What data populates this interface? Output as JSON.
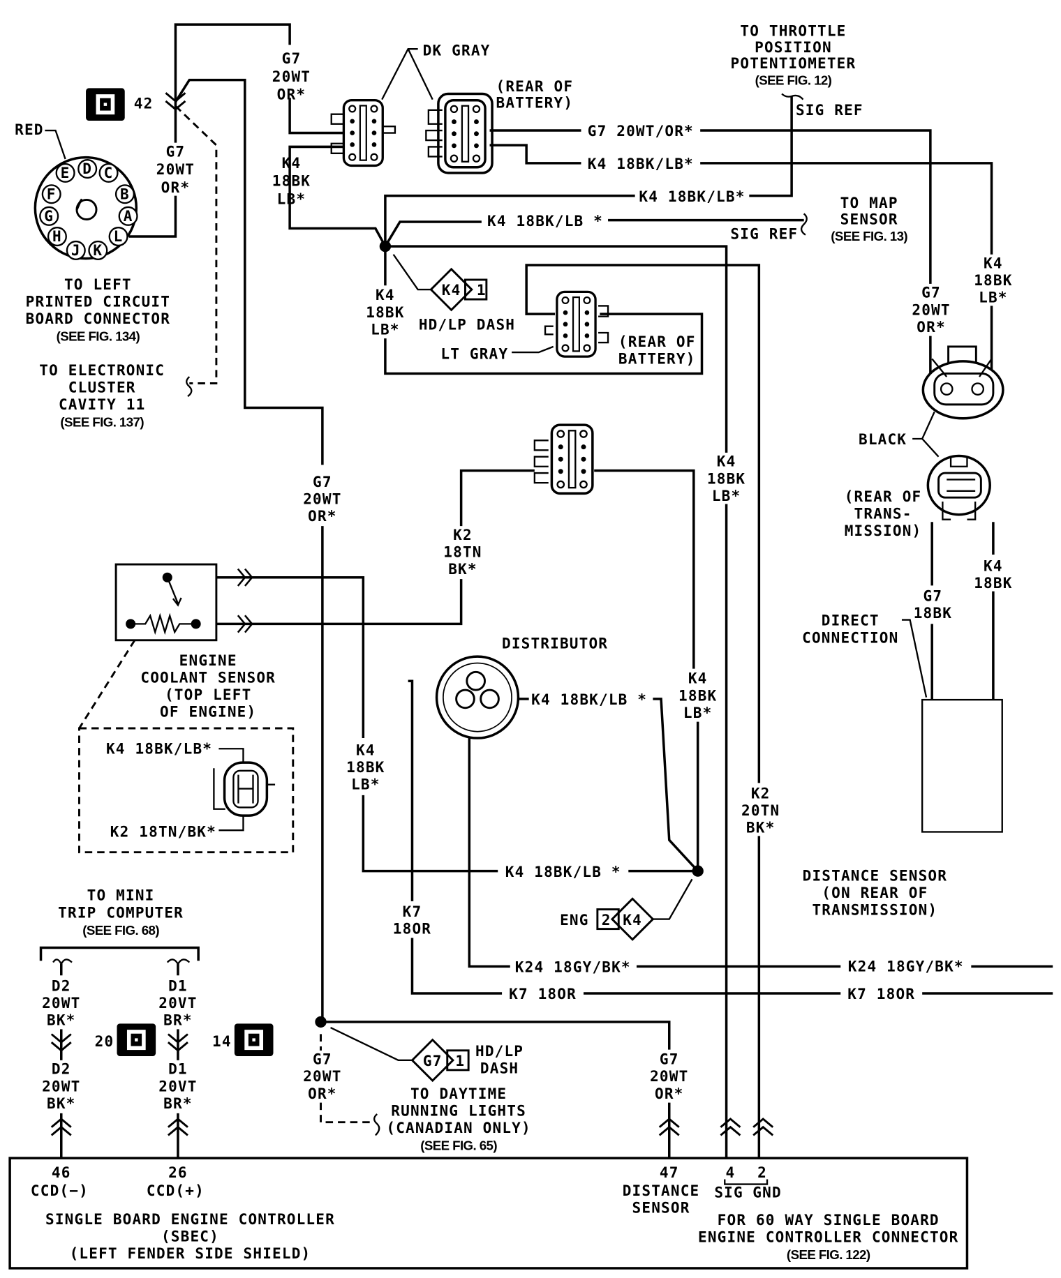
{
  "connector_ids": {
    "c42": "42",
    "c20": "20",
    "c14": "14"
  },
  "pin_letters": [
    "A",
    "B",
    "C",
    "D",
    "E",
    "F",
    "G",
    "H",
    "J",
    "K",
    "L"
  ],
  "labels": {
    "dk_gray": "DK GRAY",
    "rear_of_battery_1": [
      "(REAR OF",
      "BATTERY)"
    ],
    "throttle": [
      "TO THROTTLE",
      "POSITION",
      "POTENTIOMETER",
      "(SEE FIG. 12)"
    ],
    "sig_ref_1": "SIG REF",
    "red": "RED",
    "pcb": [
      "TO LEFT",
      "PRINTED CIRCUIT",
      "BOARD CONNECTOR",
      "(SEE FIG. 134)"
    ],
    "cluster": [
      "TO ELECTRONIC",
      "CLUSTER",
      "CAVITY 11",
      "(SEE FIG. 137)"
    ],
    "map": [
      "TO MAP",
      "SENSOR",
      "(SEE FIG. 13)"
    ],
    "sig_ref_2": "SIG REF",
    "hdlp_dash_1": "HD/LP DASH",
    "lt_gray": "LT GRAY",
    "rear_of_battery_2": [
      "(REAR OF",
      "BATTERY)"
    ],
    "black": "BLACK",
    "rear_trans": [
      "(REAR OF",
      "TRANS-",
      "MISSION)"
    ],
    "direct": [
      "DIRECT",
      "CONNECTION"
    ],
    "distributor": "DISTRIBUTOR",
    "coolant": [
      "ENGINE",
      "COOLANT SENSOR",
      "(TOP LEFT",
      "OF ENGINE)"
    ],
    "dist_sensor": [
      "DISTANCE SENSOR",
      "(ON REAR OF",
      "TRANSMISSION)"
    ],
    "mini_trip": [
      "TO MINI",
      "TRIP COMPUTER",
      "(SEE FIG. 68)"
    ],
    "eng": "ENG",
    "hdlp_dash_2": [
      "HD/LP",
      "DASH"
    ],
    "drl": [
      "TO DAYTIME",
      "RUNNING LIGHTS",
      "(CANADIAN ONLY)",
      "(SEE FIG. 65)"
    ],
    "sbec": [
      "SINGLE BOARD ENGINE CONTROLLER",
      "(SBEC)",
      "(LEFT FENDER SIDE SHIELD)"
    ],
    "sixty": [
      "FOR 60 WAY SINGLE BOARD",
      "ENGINE CONTROLLER CONNECTOR",
      "(SEE FIG. 122)"
    ]
  },
  "splices": {
    "k4_dash": {
      "circuit": "K4",
      "pin": "1"
    },
    "k4_eng": {
      "circuit": "K4",
      "pin": "2"
    },
    "g7_dash": {
      "circuit": "G7",
      "pin": "1"
    }
  },
  "wires": {
    "w1": [
      "G7",
      "20WT",
      "OR*"
    ],
    "w2": [
      "G7",
      "20WT",
      "OR*"
    ],
    "w3": [
      "K4",
      "18BK",
      "LB*"
    ],
    "w4": [
      "K4",
      "18BK",
      "LB*"
    ],
    "w5": [
      "G7 20WT/OR*"
    ],
    "w6": [
      "K4 18BK/LB*"
    ],
    "w7": [
      "K4 18BK/LB*"
    ],
    "w8": [
      "K4 18BK/LB *"
    ],
    "w9": [
      "G7",
      "20WT",
      "OR*"
    ],
    "w10": [
      "K4",
      "18BK",
      "LB*"
    ],
    "w11": [
      "K4",
      "18BK",
      "LB*"
    ],
    "w12": [
      "G7",
      "20WT",
      "OR*"
    ],
    "w13": [
      "K2",
      "18TN",
      "BK*"
    ],
    "w14": [
      "G7",
      "18BK"
    ],
    "w15": [
      "K4",
      "18BK"
    ],
    "w16": [
      "K4 18BK/LB *"
    ],
    "w17": [
      "K4",
      "18BK",
      "LB*"
    ],
    "w18": [
      "K4",
      "18BK",
      "LB*"
    ],
    "w19": [
      "K2",
      "20TN",
      "BK*"
    ],
    "w20": [
      "K4 18BK/LB *"
    ],
    "w21": [
      "K7",
      "18OR"
    ],
    "w22": [
      "K24 18GY/BK*"
    ],
    "w23": [
      "K24 18GY/BK*"
    ],
    "w24": [
      "K7 18OR"
    ],
    "w25": [
      "K7 18OR"
    ],
    "w26": [
      "D2",
      "20WT",
      "BK*"
    ],
    "w27": [
      "D1",
      "20VT",
      "BR*"
    ],
    "w28": [
      "D2",
      "20WT",
      "BK*"
    ],
    "w29": [
      "D1",
      "20VT",
      "BR*"
    ],
    "w30": [
      "G7",
      "20WT",
      "OR*"
    ],
    "w31": [
      "G7",
      "20WT",
      "OR*"
    ],
    "w32": [
      "K4 18BK/LB*"
    ],
    "w33": [
      "K2 18TN/BK*"
    ]
  },
  "controller_pins": {
    "p46": {
      "num": "46",
      "name": [
        "CCD(−)"
      ]
    },
    "p26": {
      "num": "26",
      "name": [
        "CCD(+)"
      ]
    },
    "p47": {
      "num": "47",
      "name": [
        "DISTANCE",
        "SENSOR"
      ]
    },
    "p4": {
      "num": "4",
      "name": [
        "SIG"
      ]
    },
    "p2": {
      "num": "2",
      "name": [
        "GND"
      ]
    }
  }
}
